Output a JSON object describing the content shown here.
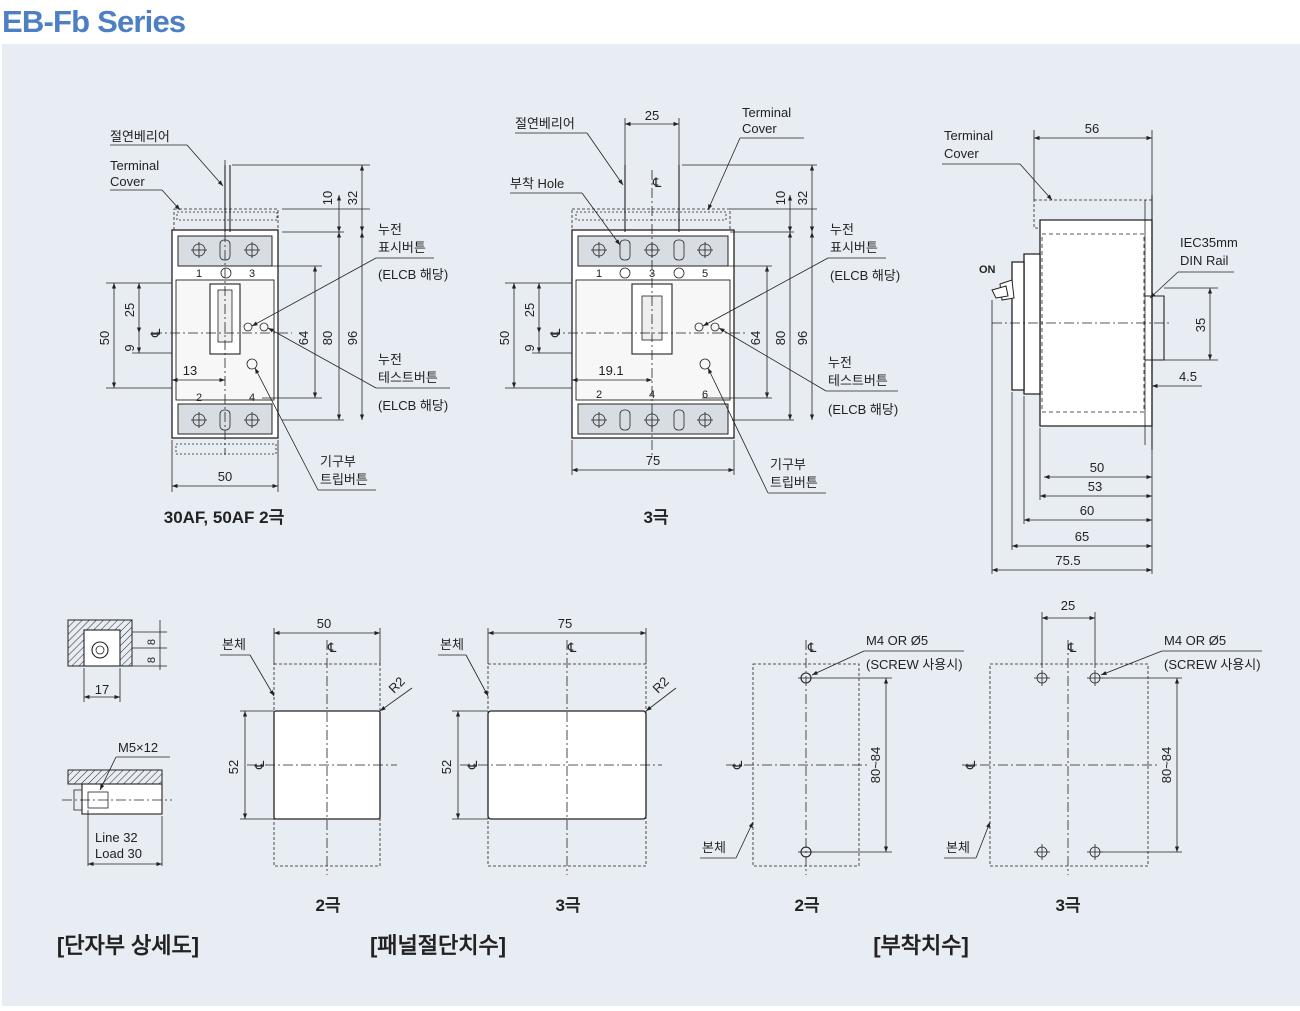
{
  "title": "EB-Fb Series",
  "front2p": {
    "insulation": "절연베리어",
    "terminal_cover": [
      "Terminal",
      "Cover"
    ],
    "dims": {
      "d10": "10",
      "d32": "32",
      "d25": "25",
      "d9": "9",
      "d50": "50",
      "d13": "13",
      "d64": "64",
      "d80": "80",
      "d96": "96",
      "w50": "50"
    },
    "leak_indicator": [
      "누전",
      "표시버튼"
    ],
    "elcb1": "(ELCB 해당)",
    "leak_test": [
      "누전",
      "테스트버튼"
    ],
    "elcb2": "(ELCB 해당)",
    "mech_trip": [
      "기구부",
      "트립버튼"
    ],
    "terms_top": [
      "1",
      "3"
    ],
    "terms_bottom": [
      "2",
      "4"
    ],
    "caption": "30AF, 50AF 2극"
  },
  "front3p": {
    "insulation": "절연베리어",
    "hole": "부착 Hole",
    "terminal_cover": [
      "Terminal",
      "Cover"
    ],
    "dims": {
      "d25top": "25",
      "d10": "10",
      "d32": "32",
      "d25": "25",
      "d9": "9",
      "d50": "50",
      "d191": "19.1",
      "d64": "64",
      "d80": "80",
      "d96": "96",
      "w75": "75"
    },
    "leak_indicator": [
      "누전",
      "표시버튼"
    ],
    "elcb1": "(ELCB 해당)",
    "leak_test": [
      "누전",
      "테스트버튼"
    ],
    "elcb2": "(ELCB 해당)",
    "mech_trip": [
      "기구부",
      "트립버튼"
    ],
    "terms_top": [
      "1",
      "3",
      "5"
    ],
    "terms_bottom": [
      "2",
      "4",
      "6"
    ],
    "caption": "3극"
  },
  "side": {
    "terminal_cover": [
      "Terminal",
      "Cover"
    ],
    "on_label": "ON",
    "rail": [
      "IEC35mm",
      "DIN Rail"
    ],
    "dims": {
      "d56": "56",
      "d35": "35",
      "d45": "4.5",
      "d50": "50",
      "d53": "53",
      "d60": "60",
      "d65": "65",
      "d755": "75.5"
    }
  },
  "terminal_detail": {
    "d8a": "8",
    "d8b": "8",
    "d17": "17",
    "screw": "M5×12",
    "line_load": [
      "Line 32",
      "Load 30"
    ],
    "caption": "[단자부 상세도]"
  },
  "panel_cut": {
    "body_label_2p": "본체",
    "w2p": "50",
    "h2p": "52",
    "r2p": "R2",
    "cap2p": "2극",
    "body_label_3p": "본체",
    "w3p": "75",
    "h3p": "52",
    "r3p": "R2",
    "cap3p": "3극",
    "caption": "[패널절단치수]"
  },
  "mounting": {
    "screw_2p": [
      "M4 OR Ø5",
      "(SCREW 사용시)"
    ],
    "h2p": "80~84",
    "body_2p": "본체",
    "cap2p": "2극",
    "w3p": "25",
    "screw_3p": [
      "M4 OR Ø5",
      "(SCREW 사용시)"
    ],
    "h3p": "80~84",
    "body_3p": "본체",
    "cap3p": "3극",
    "caption": "[부착치수]"
  },
  "centerline_symbol": "℄"
}
